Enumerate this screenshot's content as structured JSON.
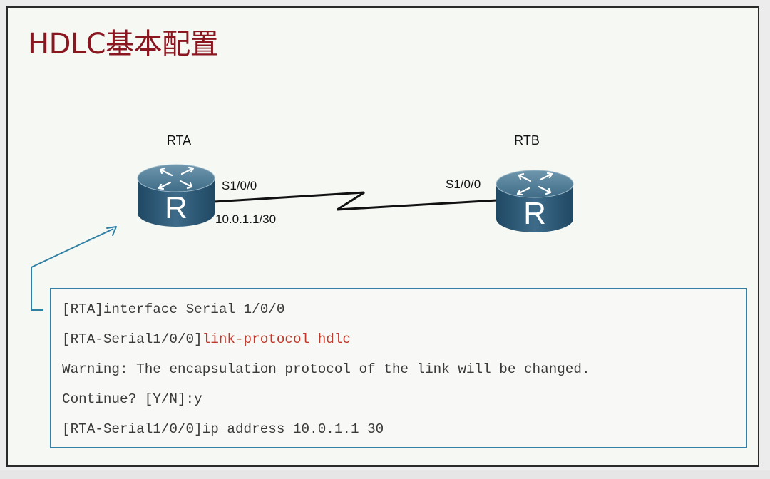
{
  "slide": {
    "title": "HDLC基本配置"
  },
  "topology": {
    "rta": {
      "name": "RTA",
      "icon_letter": "R",
      "port": "S1/0/0",
      "ip": "10.0.1.1/30"
    },
    "rtb": {
      "name": "RTB",
      "icon_letter": "R",
      "port": "S1/0/0"
    },
    "link_type": "serial",
    "colors": {
      "router_top": "#4a7590",
      "router_body": "#2d5a77",
      "link": "#111111",
      "arrow": "#2f7fa3"
    }
  },
  "console": {
    "lines": [
      {
        "prompt": "[RTA]",
        "command": "interface Serial 1/0/0"
      },
      {
        "prompt": "[RTA-Serial1/0/0]",
        "command": "link-protocol hdlc"
      },
      {
        "text": "Warning: The encapsulation protocol of the link will be changed."
      },
      {
        "text": "Continue? [Y/N]:y"
      },
      {
        "prompt": "[RTA-Serial1/0/0]",
        "command": "ip address 10.0.1.1 30"
      }
    ],
    "colors": {
      "text": "#3a3a3a",
      "highlight": "#c0392b",
      "border": "#3380a6"
    }
  }
}
